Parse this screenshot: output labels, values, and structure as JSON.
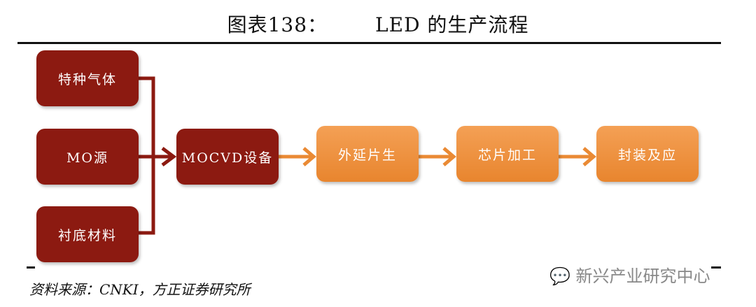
{
  "title": {
    "label": "图表138：",
    "text": "LED 的生产流程"
  },
  "inputs": [
    "特种气体",
    "MO源",
    "衬底材料"
  ],
  "equipment": "MOCVD设备",
  "steps": [
    "外延片生",
    "芯片加工",
    "封装及应"
  ],
  "source": "资料来源：CNKI，方正证券研究所",
  "watermark": "新兴产业研究中心",
  "colors": {
    "dark": "#8c1a11",
    "orange": "#ea8a34"
  }
}
